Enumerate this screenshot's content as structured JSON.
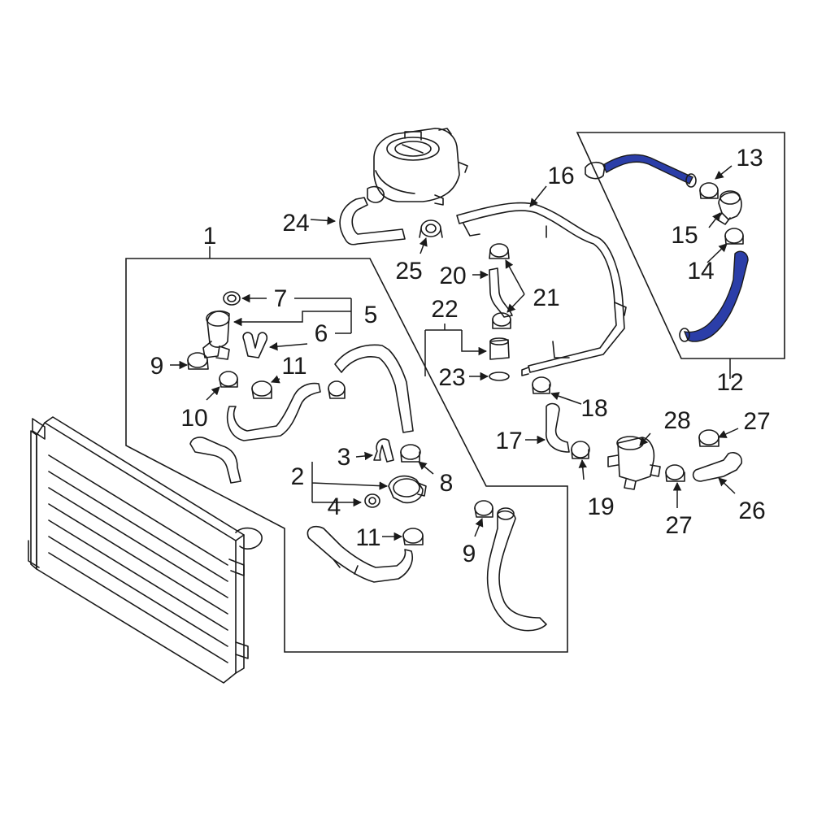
{
  "colors": {
    "outline": "#1a1a1a",
    "highlight": "#2b3ea8",
    "background": "#ffffff"
  },
  "callouts": {
    "c1": "1",
    "c2": "2",
    "c3": "3",
    "c4": "4",
    "c5": "5",
    "c6": "6",
    "c7": "7",
    "c8": "8",
    "c9a": "9",
    "c9b": "9",
    "c10": "10",
    "c11a": "11",
    "c11b": "11",
    "c12": "12",
    "c13": "13",
    "c14": "14",
    "c15": "15",
    "c16": "16",
    "c17": "17",
    "c18": "18",
    "c19": "19",
    "c20": "20",
    "c21": "21",
    "c22": "22",
    "c23": "23",
    "c24": "24",
    "c25": "25",
    "c26": "26",
    "c27a": "27",
    "c27b": "27",
    "c28": "28"
  },
  "highlighted_parts": [
    "13",
    "14"
  ]
}
